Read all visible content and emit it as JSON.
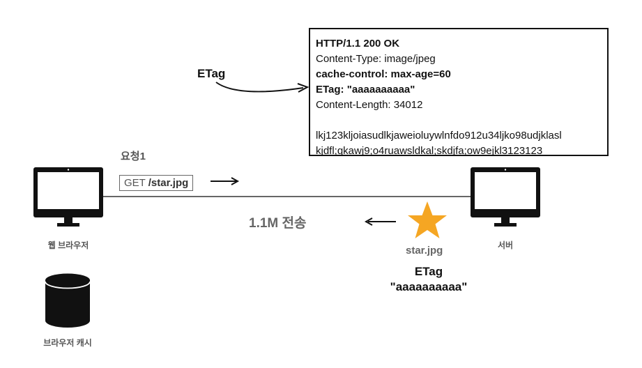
{
  "response": {
    "lines": [
      {
        "text": "HTTP/1.1 200 OK",
        "bold": true
      },
      {
        "text": "Content-Type: image/jpeg",
        "bold": false
      },
      {
        "text": "cache-control: max-age=60",
        "bold": true
      },
      {
        "text": "ETag: \"aaaaaaaaaa\"",
        "bold": true
      },
      {
        "text": "Content-Length: 34012",
        "bold": false
      }
    ],
    "body_lines": [
      "lkj123kljoiasudlkjaweioluywlnfdo912u34ljko98udjklasl",
      "kjdfl;qkawj9;o4ruawsldkal;skdjfa;ow9ejkl3123123"
    ]
  },
  "etag_pointer_label": "ETag",
  "request": {
    "label": "요청1",
    "method": "GET",
    "path": "/star.jpg"
  },
  "transfer_label": "1.1M 전송",
  "client": {
    "label": "웹 브라우저"
  },
  "server": {
    "label": "서버"
  },
  "cache": {
    "label": "브라우저 캐시"
  },
  "file": {
    "name": "star.jpg",
    "etag_title": "ETag",
    "etag_value": "\"aaaaaaaaaa\""
  },
  "colors": {
    "star": "#F5A623",
    "line": "#333333",
    "text_gray": "#555555"
  }
}
